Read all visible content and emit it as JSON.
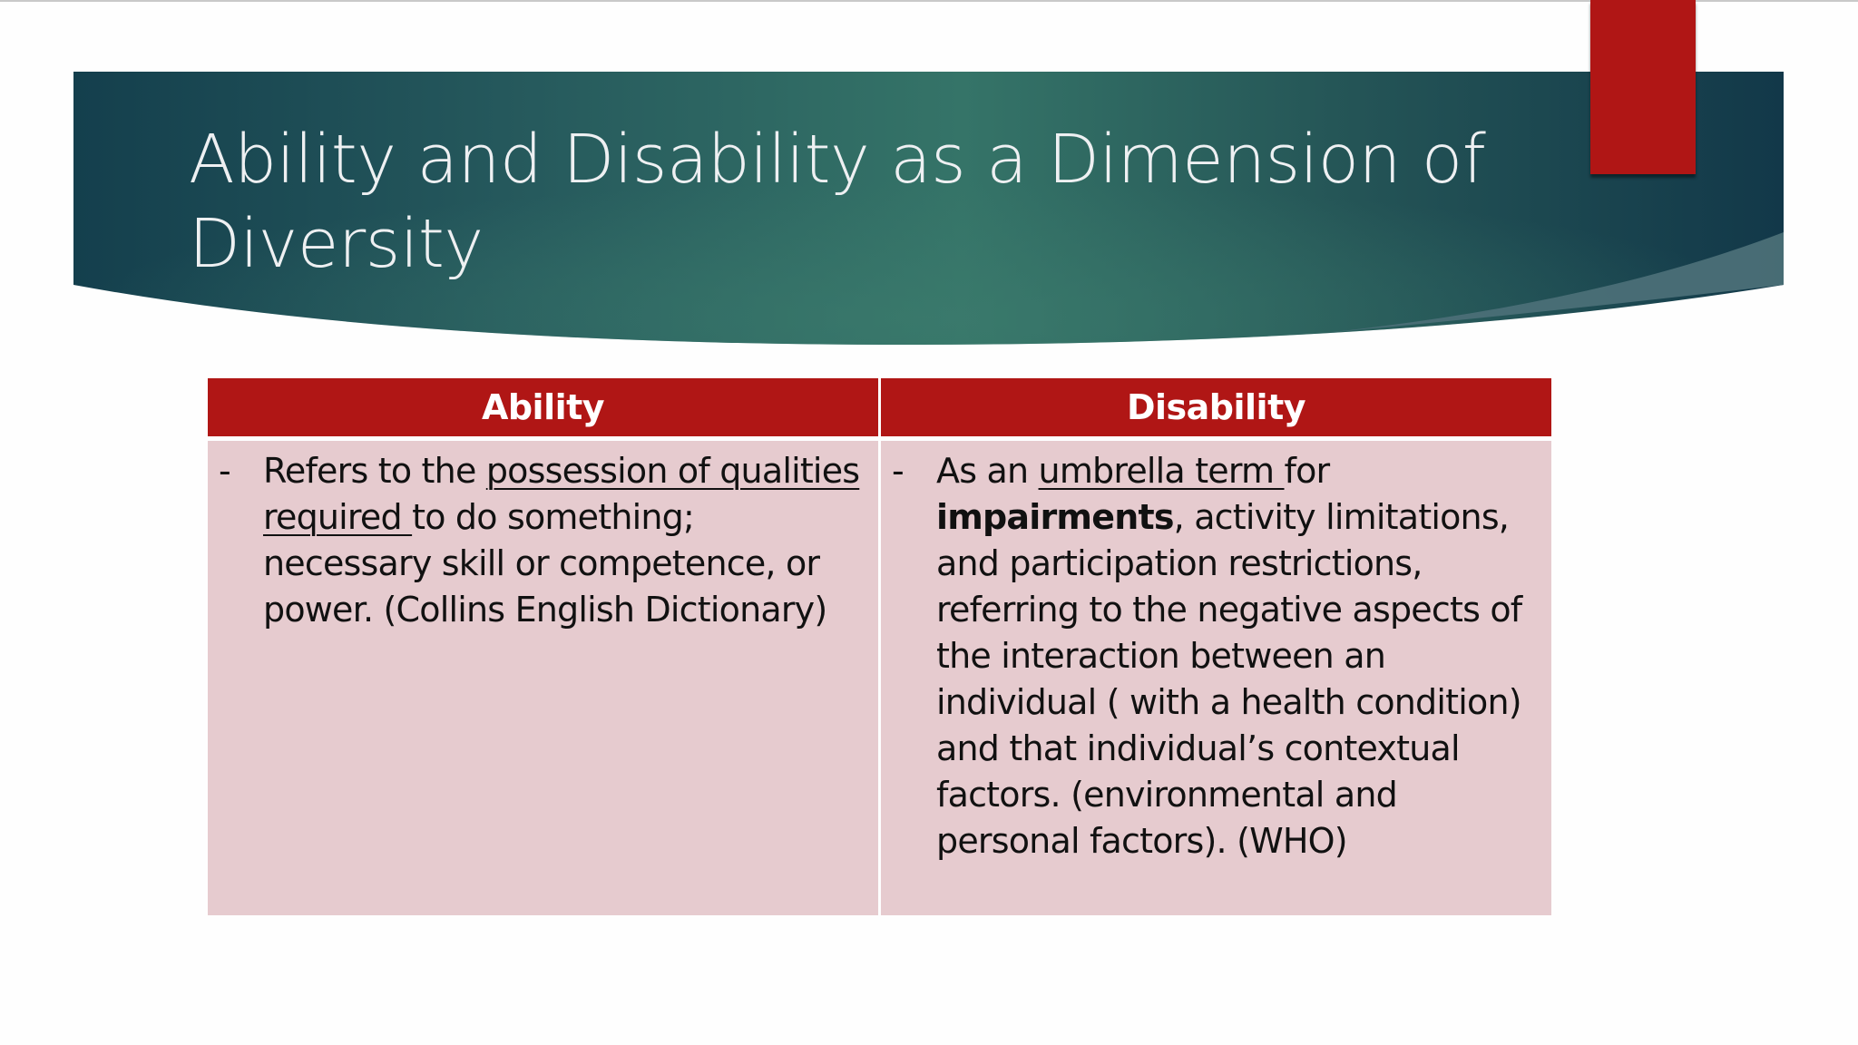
{
  "slide": {
    "title": "Ability and Disability as a Dimension of Diversity",
    "title_line1": "Ability and Disability as a Dimension of",
    "title_line2": "Diversity",
    "colors": {
      "banner_dark": "#123a4b",
      "banner_mid": "#347268",
      "accent_red": "#b01615",
      "cell_pink": "#e6cbcf",
      "title_text": "#eef0f2"
    }
  },
  "table": {
    "headers": [
      "Ability",
      "Disability"
    ],
    "rows": [
      {
        "ability": {
          "bullet": "-",
          "pre": "Refers to the ",
          "underlined": "possession of qualities required ",
          "post": "to do something; necessary skill or competence, or power. (Collins English Dictionary)"
        },
        "disability": {
          "bullet": "-",
          "pre": "As an ",
          "underlined": "umbrella term ",
          "mid": "for ",
          "bold": "impairments",
          "post": ", activity limitations, and participation restrictions, referring to the negative aspects of the interaction between an individual ( with a health condition) and that individual’s contextual factors. (environmental and personal factors). (WHO)"
        }
      }
    ]
  }
}
